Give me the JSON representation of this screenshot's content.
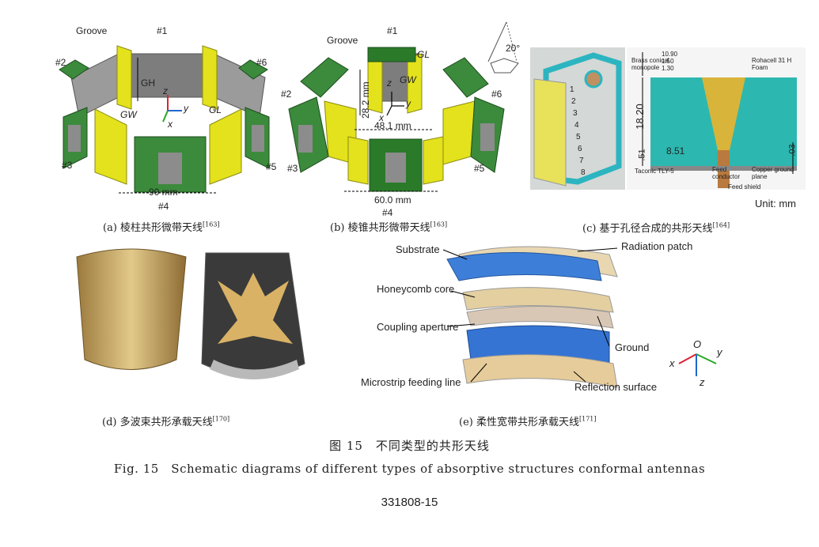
{
  "figure": {
    "title_zh": "图 15　不同类型的共形天线",
    "title_en": "Fig. 15　Schematic diagrams of different types of absorptive structures conformal antennas",
    "page_number": "331808-15"
  },
  "panel_a": {
    "caption": "(a) 棱柱共形微带天线",
    "ref": "[163]",
    "labels": {
      "groove": "Groove",
      "n1": "#1",
      "n2": "#2",
      "n3": "#3",
      "n4": "#4",
      "n5": "#5",
      "n6": "#6",
      "gh": "GH",
      "gw": "GW",
      "gl": "GL",
      "z": "z",
      "y": "y",
      "x": "x",
      "width": "90 mm"
    }
  },
  "panel_b": {
    "caption": "(b) 棱锥共形微带天线",
    "ref": "[163]",
    "labels": {
      "groove": "Groove",
      "n1": "#1",
      "n2": "#2",
      "n3": "#3",
      "n4": "#4",
      "n5": "#5",
      "n6": "#6",
      "gl": "GL",
      "gw": "GW",
      "z": "z",
      "y": "y",
      "x": "x",
      "height": "28.2 mm",
      "inner": "48.1 mm",
      "width": "60.0 mm",
      "angle": "20°"
    }
  },
  "panel_c": {
    "caption": "(c) 基于孔径合成的共形天线",
    "ref": "[164]",
    "labels": {
      "d1090": "10.90",
      "d150": "1.50",
      "d130": "1.30",
      "d1820": "18.20",
      "d51": ".51",
      "d851": "8.51",
      "d03": ".03",
      "brass": "Brass conical monopole",
      "rohacell": "Rohacell 31 H Foam",
      "taconic": "Taconic TLY-5",
      "feed": "Feed conductor",
      "copper": "Copper ground plane",
      "shield": "Feed shield",
      "unit": "Unit: mm",
      "elements": [
        "1",
        "2",
        "3",
        "4",
        "5",
        "6",
        "7",
        "8"
      ]
    }
  },
  "panel_d": {
    "caption": "(d) 多波束共形承载天线",
    "ref": "[170]"
  },
  "panel_e": {
    "caption": "(e) 柔性宽带共形承载天线",
    "ref": "[171]",
    "labels": {
      "substrate": "Substrate",
      "radiation": "Radiation patch",
      "honeycomb": "Honeycomb core",
      "coupling": "Coupling aperture",
      "ground": "Ground",
      "microstrip": "Microstrip feeding line",
      "reflection": "Reflection surface",
      "o": "O",
      "x": "x",
      "y": "y",
      "z": "z"
    }
  }
}
